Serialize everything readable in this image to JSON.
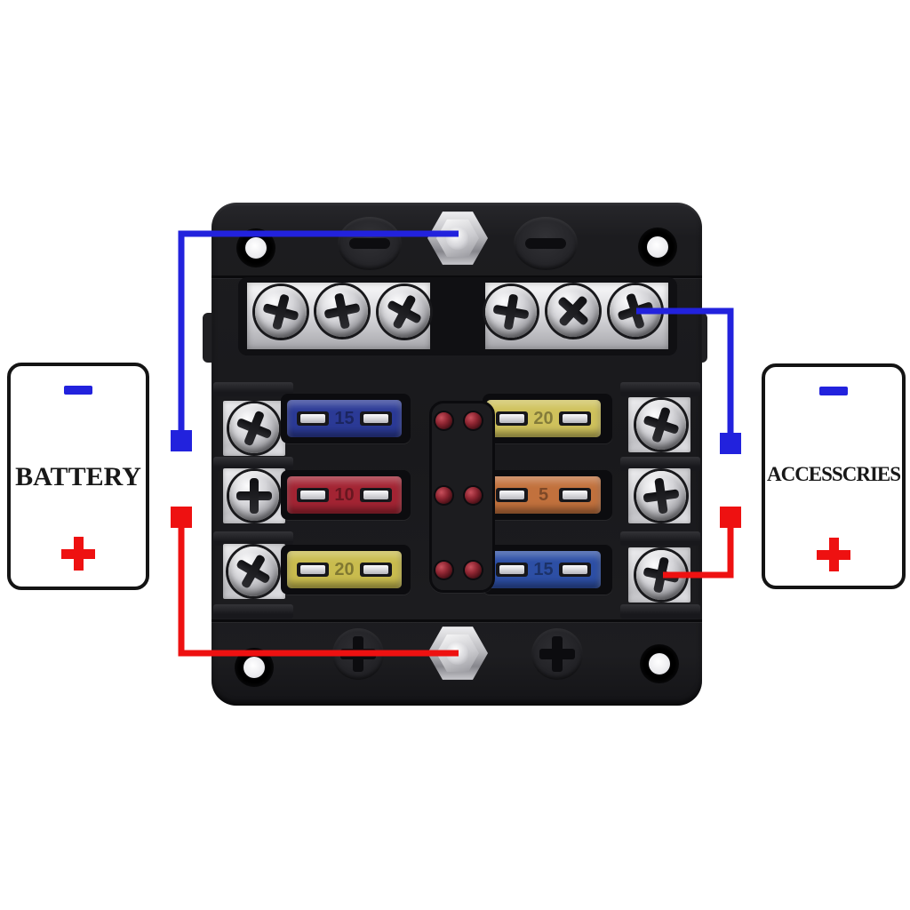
{
  "battery": {
    "label": "BATTERY",
    "negative_symbol": "−",
    "positive_symbol": "+"
  },
  "accessories": {
    "label": "ACCESSCRIES",
    "negative_symbol": "−",
    "positive_symbol": "+"
  },
  "wire_colors": {
    "negative": "#2222dd",
    "positive": "#ee1111"
  },
  "connections": [
    {
      "wire": "negative",
      "from": "fuse-block-top-stud",
      "to": "battery-negative"
    },
    {
      "wire": "negative",
      "from": "negative-bus-screw-6",
      "to": "accessories-negative"
    },
    {
      "wire": "positive",
      "from": "fuse-block-bottom-stud",
      "to": "battery-positive"
    },
    {
      "wire": "positive",
      "from": "terminal-screw-right-3",
      "to": "accessories-positive"
    }
  ],
  "fuse_block": {
    "fuses": [
      {
        "slot": "left-1",
        "color": "blue",
        "amp": "15",
        "hex": "#2b3a96"
      },
      {
        "slot": "right-1",
        "color": "yellow",
        "amp": "20",
        "hex": "#cfc25c"
      },
      {
        "slot": "left-2",
        "color": "red",
        "amp": "10",
        "hex": "#a32433"
      },
      {
        "slot": "right-2",
        "color": "orange",
        "amp": "5",
        "hex": "#c2713d"
      },
      {
        "slot": "left-3",
        "color": "yellow",
        "amp": "20",
        "hex": "#c9bc4e"
      },
      {
        "slot": "right-3",
        "color": "blue",
        "amp": "15",
        "hex": "#2d4fa5"
      }
    ],
    "led_count": 6,
    "bus_screw_count": 6,
    "side_terminal_count": 6,
    "mounting_hole_count": 4,
    "stud_count": 2
  }
}
